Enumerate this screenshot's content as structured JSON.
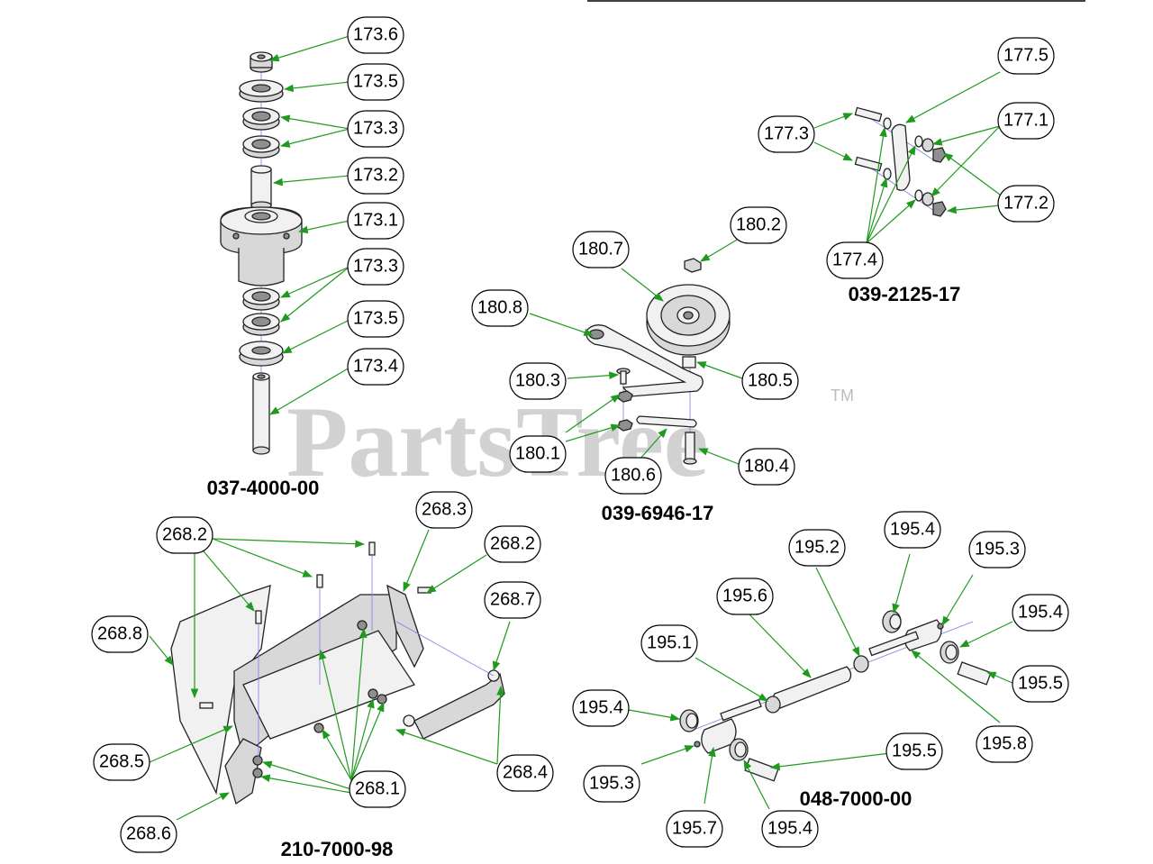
{
  "watermark": {
    "brand": "PartsTree",
    "trademark": "TM"
  },
  "colors": {
    "leader": "#1f9a1f",
    "axis": "#7d7de6",
    "watermark": "#d2d2d2"
  },
  "groups": [
    {
      "id": "spindle",
      "label": "037-4000-00",
      "callouts": [
        "173.6",
        "173.5",
        "173.3",
        "173.2",
        "173.1",
        "173.3",
        "173.5",
        "173.4"
      ]
    },
    {
      "id": "idler",
      "label": "039-6946-17",
      "callouts": [
        "180.7",
        "180.2",
        "180.8",
        "180.3",
        "180.5",
        "180.1",
        "180.6",
        "180.4"
      ]
    },
    {
      "id": "bracket",
      "label": "039-2125-17",
      "callouts": [
        "177.5",
        "177.3",
        "177.1",
        "177.2",
        "177.4"
      ]
    },
    {
      "id": "deck",
      "label": "210-7000-98",
      "callouts": [
        "268.3",
        "268.2",
        "268.2",
        "268.7",
        "268.8",
        "268.5",
        "268.4",
        "268.1",
        "268.6"
      ]
    },
    {
      "id": "axle",
      "label": "048-7000-00",
      "callouts": [
        "195.4",
        "195.2",
        "195.3",
        "195.6",
        "195.4",
        "195.1",
        "195.5",
        "195.4",
        "195.8",
        "195.5",
        "195.3",
        "195.7",
        "195.4"
      ]
    }
  ]
}
